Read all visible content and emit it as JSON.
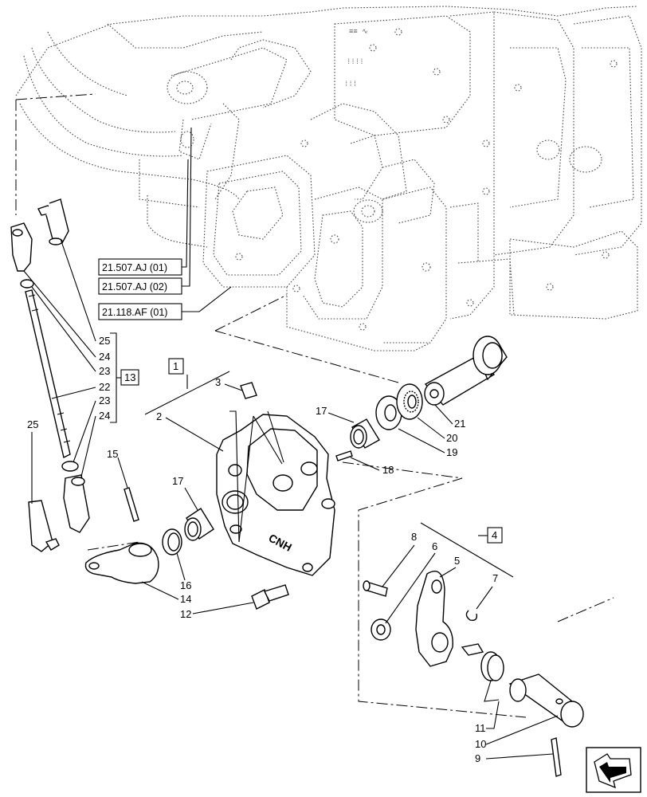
{
  "references": [
    {
      "id": "ref-21-507-aj-01",
      "text": "21.507.AJ (01)"
    },
    {
      "id": "ref-21-507-aj-02",
      "text": "21.507.AJ (02)"
    },
    {
      "id": "ref-21-118-af-01",
      "text": "21.118.AF (01)"
    }
  ],
  "groups": {
    "g1": "1",
    "g4": "4",
    "g13": "13"
  },
  "callouts": {
    "c25a": "25",
    "c24a": "24",
    "c23a": "23",
    "c22": "22",
    "c23b": "23",
    "c24b": "24",
    "c25b": "25",
    "c15": "15",
    "c3": "3",
    "c2": "2",
    "c17a": "17",
    "c17b": "17",
    "c18": "18",
    "c21": "21",
    "c20": "20",
    "c19": "19",
    "c16": "16",
    "c14": "14",
    "c12": "12",
    "c8": "8",
    "c6": "6",
    "c5": "5",
    "c7": "7",
    "c11": "11",
    "c10": "10",
    "c9": "9"
  },
  "housing_marking": "CNH",
  "nav_icon": "next-page-arrow-icon"
}
